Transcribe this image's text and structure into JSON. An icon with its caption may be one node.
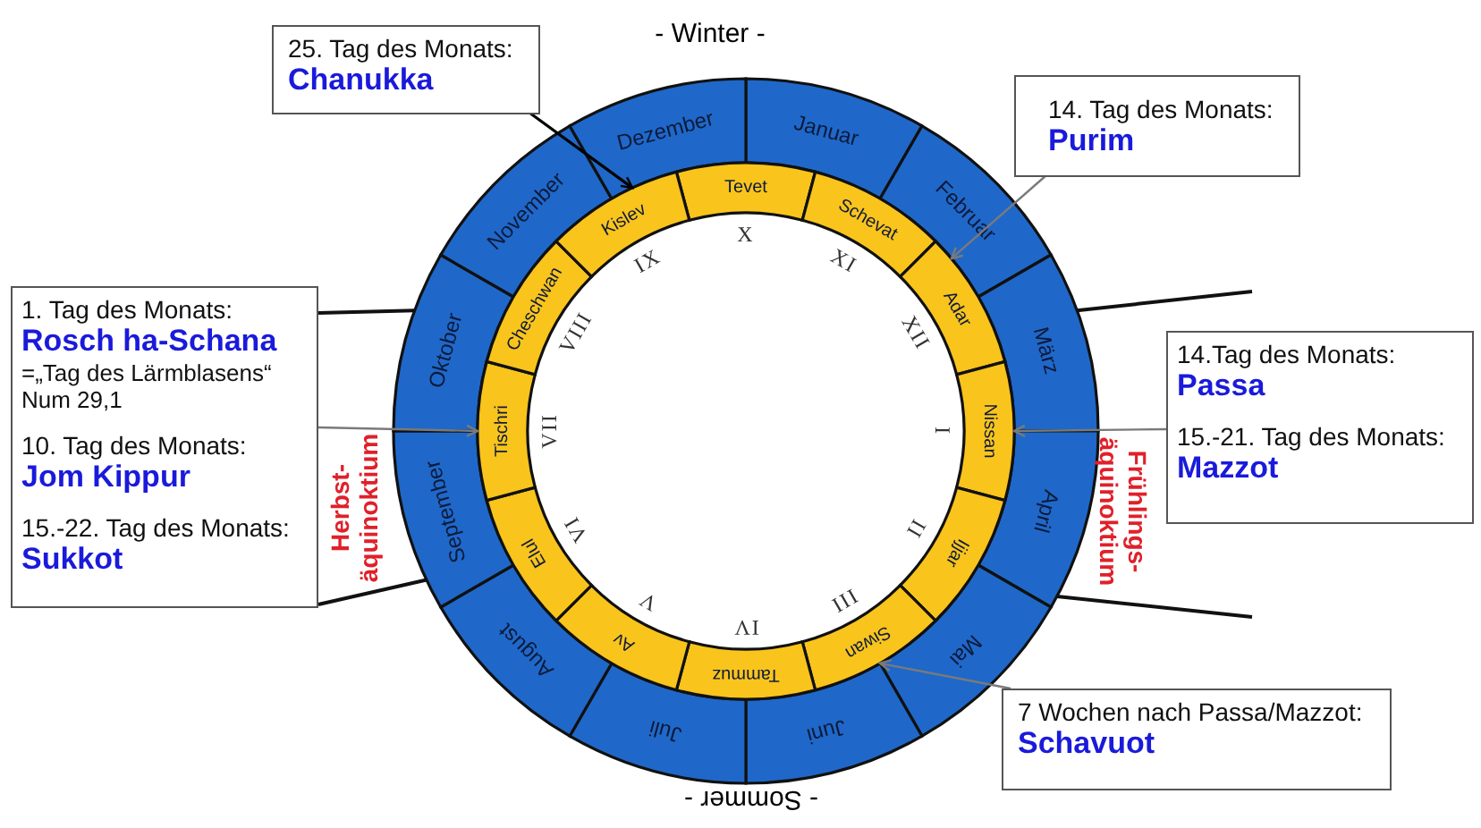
{
  "diagram": {
    "nodes": [
      {
        "text": [
          "25. Tag des Monats:",
          "Chanukka"
        ]
      },
      {
        "text": [
          "14. Tag des Monats:",
          "Purim"
        ]
      },
      {
        "text": [
          "1. Tag des Monats:",
          "Rosch ha-Schana",
          "=„Tag des Lärmblasens“ Num 29,1",
          "10. Tag des Monats:",
          "Jom Kippur",
          "15.-22. Tag des Monats:",
          "Sukkot"
        ]
      },
      {
        "text": [
          "14.Tag des Monats:",
          "Passa",
          "15.-21. Tag des Monats:",
          "Mazzot"
        ]
      },
      {
        "text": [
          "7 Wochen nach Passa/Mazzot:",
          "Schavuot"
        ]
      },
      {
        "text": [
          "Januar"
        ]
      },
      {
        "text": [
          "Februar"
        ]
      },
      {
        "text": [
          "März"
        ]
      },
      {
        "text": [
          "April"
        ]
      },
      {
        "text": [
          "Mai"
        ]
      },
      {
        "text": [
          "Juni"
        ]
      },
      {
        "text": [
          "Juli"
        ]
      },
      {
        "text": [
          "August"
        ]
      },
      {
        "text": [
          "September"
        ]
      },
      {
        "text": [
          "Oktober"
        ]
      },
      {
        "text": [
          "November"
        ]
      },
      {
        "text": [
          "Dezember"
        ]
      },
      {
        "text": [
          "Tevet"
        ]
      },
      {
        "text": [
          "Schevat"
        ]
      },
      {
        "text": [
          "Adar"
        ]
      },
      {
        "text": [
          "Nissan"
        ]
      },
      {
        "text": [
          "Ijjar"
        ]
      },
      {
        "text": [
          "Siwan"
        ]
      },
      {
        "text": [
          "Tammuz"
        ]
      },
      {
        "text": [
          "Av"
        ]
      },
      {
        "text": [
          "Elul"
        ]
      },
      {
        "text": [
          "Tischri"
        ]
      },
      {
        "text": [
          "Cheschwan"
        ]
      },
      {
        "text": [
          "Kislev"
        ]
      }
    ],
    "edges": [
      {
        "from": 0,
        "to": 28,
        "arrow": "to",
        "color": "#000000"
      },
      {
        "from": 1,
        "to": 19,
        "arrow": "to"
      },
      {
        "from": 2,
        "to": 26,
        "arrow": "to"
      },
      {
        "from": 3,
        "to": 20,
        "arrow": "to"
      },
      {
        "from": 4,
        "to": 22,
        "arrow": "to"
      }
    ],
    "labels": [
      "- Winter -",
      "Herbst- äquinoktium",
      "Frühlings- äquinoktium",
      "I",
      "II",
      "III",
      "IV",
      "V",
      "VI",
      "VII",
      "VIII",
      "IX",
      "X",
      "XI",
      "XII",
      "- Sommer -"
    ]
  }
}
